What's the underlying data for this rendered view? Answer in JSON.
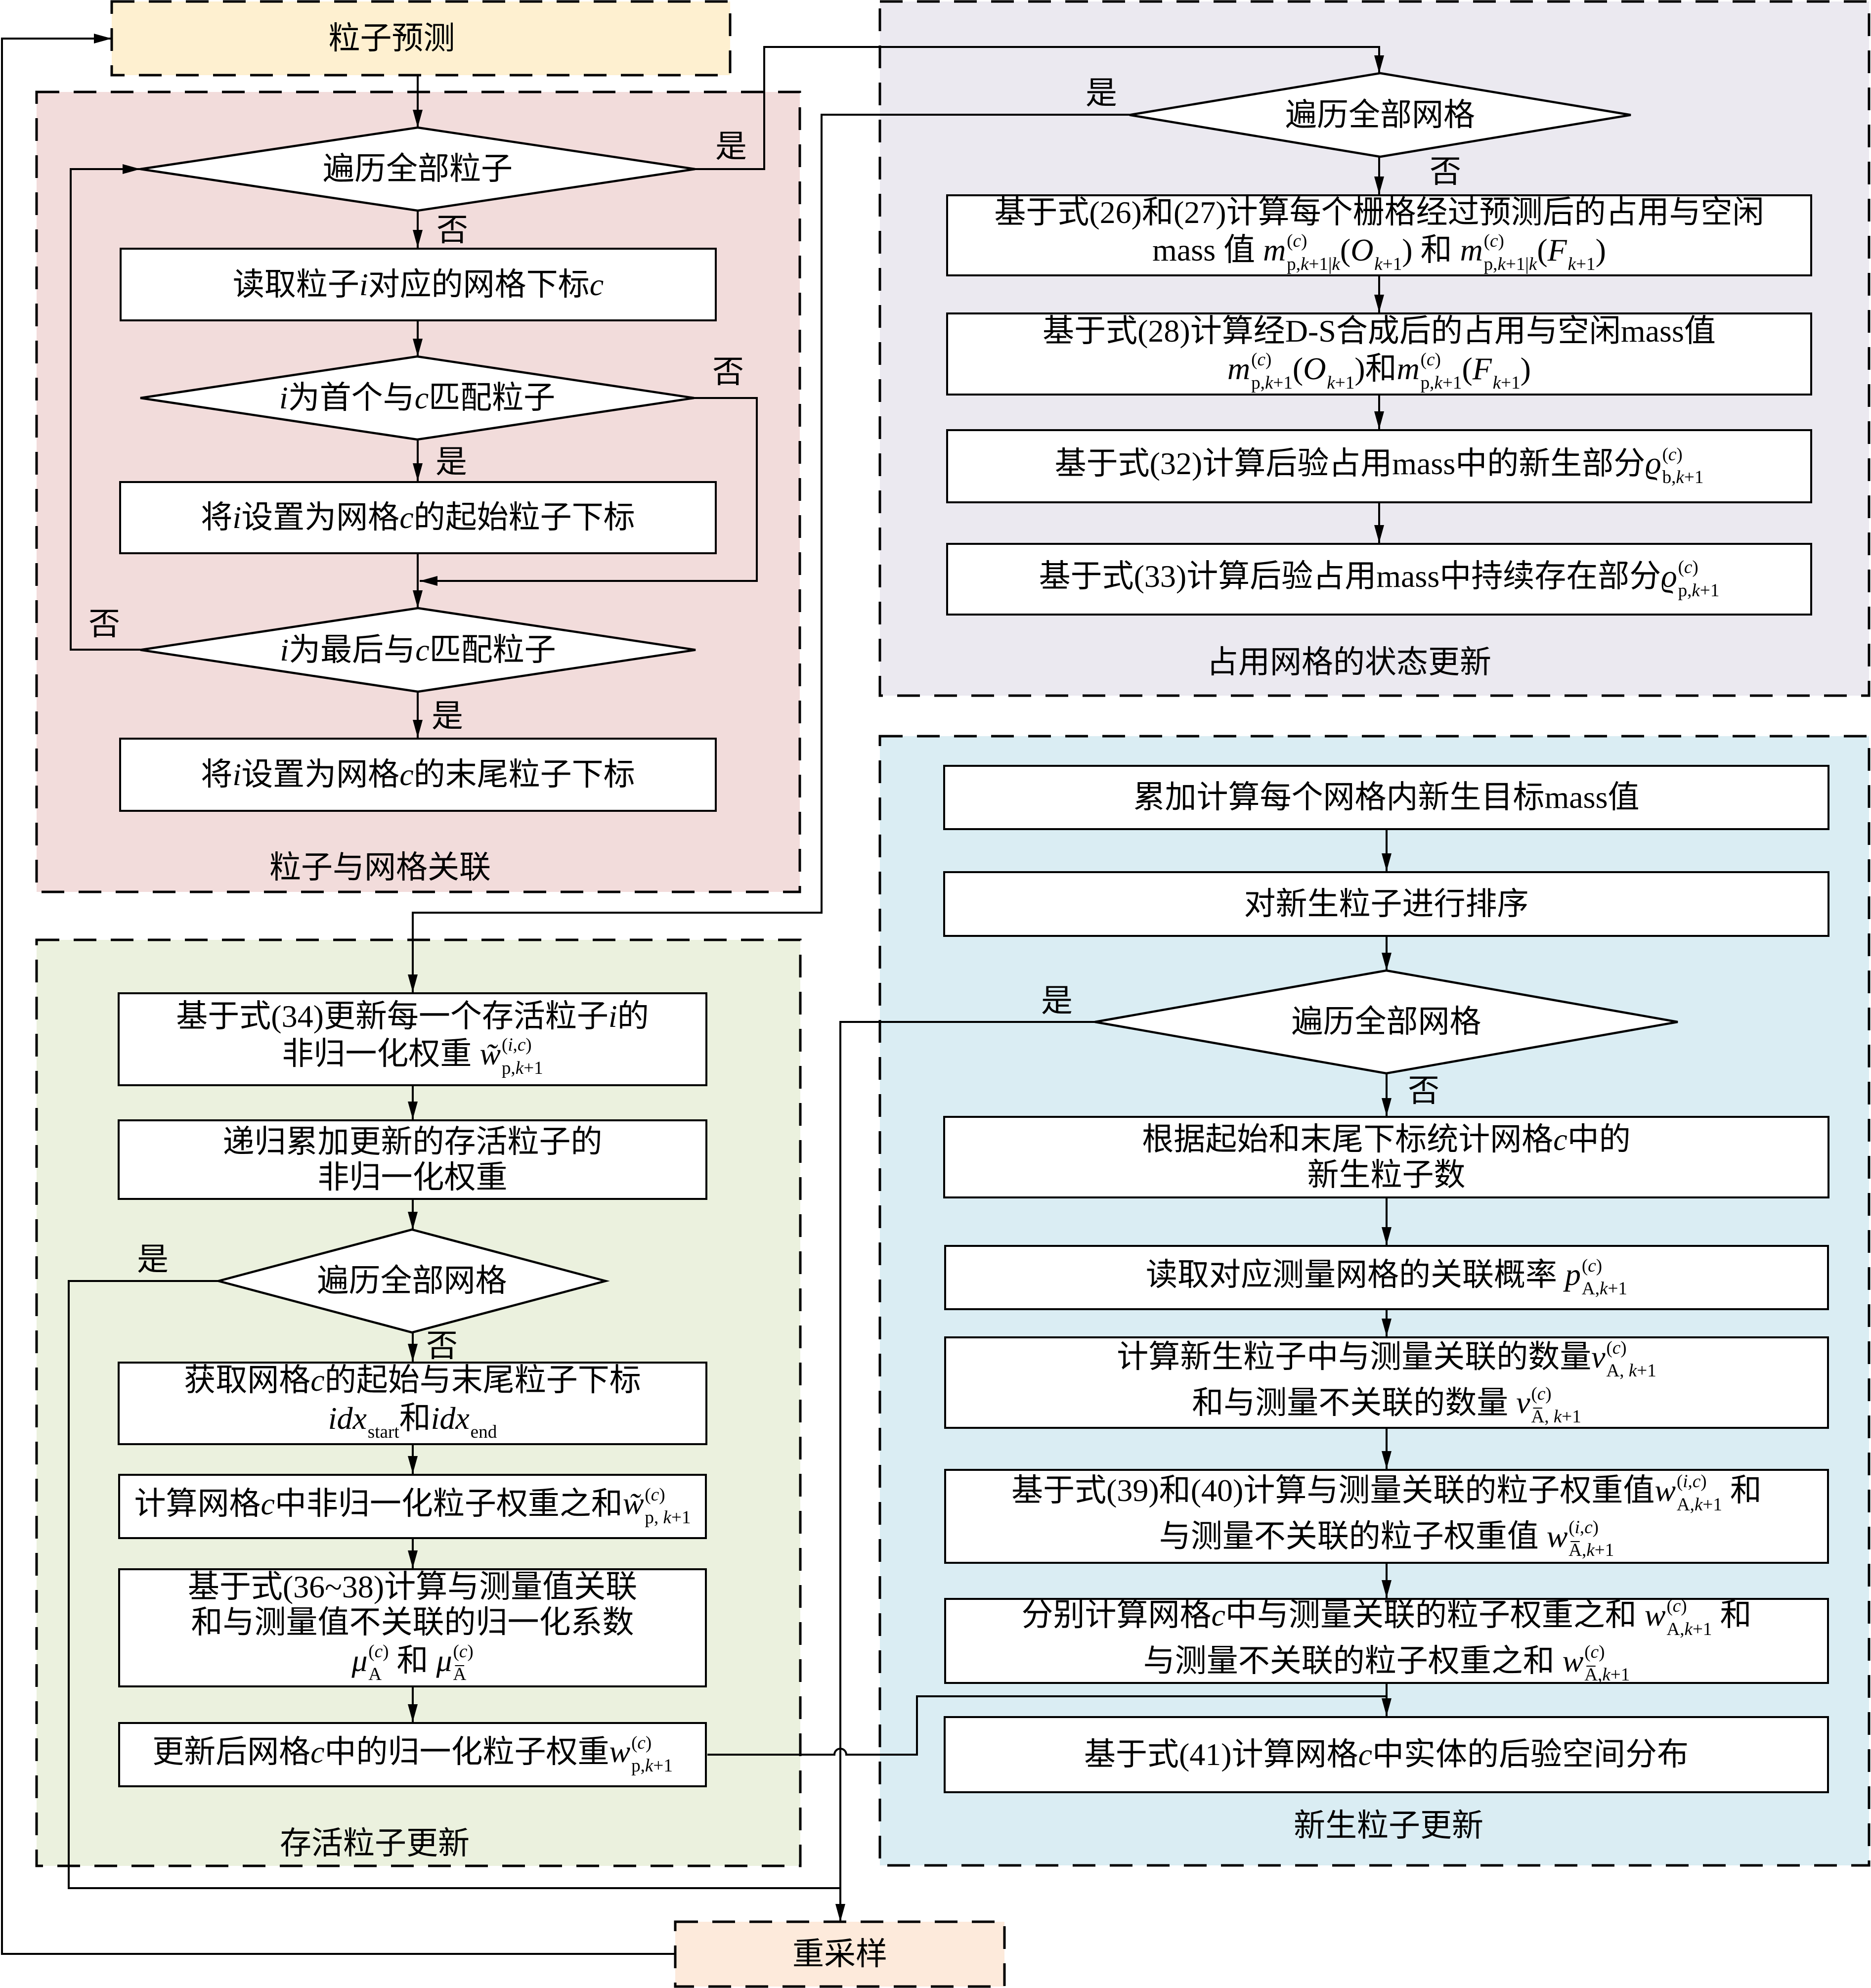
{
  "colors": {
    "prediction_fill": "#FEF0D0",
    "association_fill": "#F2DCDB",
    "occupancy_fill": "#EBE9F0",
    "survival_fill": "#EBF1DE",
    "newborn_fill": "#DAEDF3",
    "resample_fill": "#FDEADB"
  },
  "diagram": {
    "branch_labels": {
      "yes": "是",
      "no": "否"
    },
    "prediction": {
      "lines": [
        [
          "粒子预测"
        ]
      ]
    },
    "resample": {
      "lines": [
        [
          "重采样"
        ]
      ]
    },
    "association": {
      "title": "粒子与网格关联",
      "traverse_particles": {
        "lines": [
          [
            "遍历全部粒子"
          ]
        ]
      },
      "read_index": {
        "lines": [
          [
            "读取粒子",
            {
              "it": "i"
            },
            "对应的网格下标",
            {
              "it": "c"
            }
          ]
        ]
      },
      "is_first": {
        "lines": [
          [
            {
              "it": "i"
            },
            "为首个与",
            {
              "it": "c"
            },
            "匹配粒子"
          ]
        ]
      },
      "set_start": {
        "lines": [
          [
            "将",
            {
              "it": "i"
            },
            "设置为网格",
            {
              "it": "c"
            },
            "的起始粒子下标"
          ]
        ]
      },
      "is_last": {
        "lines": [
          [
            {
              "it": "i"
            },
            "为最后与",
            {
              "it": "c"
            },
            "匹配粒子"
          ]
        ]
      },
      "set_end": {
        "lines": [
          [
            "将",
            {
              "it": "i"
            },
            "设置为网格",
            {
              "it": "c"
            },
            "的末尾粒子下标"
          ]
        ]
      }
    },
    "occupancy": {
      "title": "占用网格的状态更新",
      "traverse_grids": {
        "lines": [
          [
            "遍历全部网格"
          ]
        ]
      },
      "predicted_mass": {
        "lines": [
          [
            "基于式(26)和(27)计算每个栅格经过预测后的占用与空闲"
          ],
          [
            "mass 值 ",
            {
              "b": "m",
              "sup": "(c)",
              "sub": "p,k+1|k"
            },
            "(",
            {
              "b": "O",
              "sub": "k+1"
            },
            ") 和 ",
            {
              "b": "m",
              "sup": "(c)",
              "sub": "p,k+1|k"
            },
            "(",
            {
              "b": "F",
              "sub": "k+1"
            },
            ")"
          ]
        ]
      },
      "ds_combined_mass": {
        "lines": [
          [
            "基于式(28)计算经D-S合成后的占用与空闲mass值"
          ],
          [
            {
              "b": "m",
              "sup": "(c)",
              "sub": "p,k+1"
            },
            "(",
            {
              "b": "O",
              "sub": "k+1"
            },
            ")和",
            {
              "b": "m",
              "sup": "(c)",
              "sub": "p,k+1"
            },
            "(",
            {
              "b": "F",
              "sub": "k+1"
            },
            ")"
          ]
        ]
      },
      "newborn_part": {
        "lines": [
          [
            "基于式(32)计算后验占用mass中的新生部分",
            {
              "b": "ϱ",
              "sup": "(c)",
              "sub": "b,k+1"
            }
          ]
        ]
      },
      "persistent_part": {
        "lines": [
          [
            "基于式(33)计算后验占用mass中持续存在部分",
            {
              "b": "ϱ",
              "sup": "(c)",
              "sub": "p,k+1"
            }
          ]
        ]
      }
    },
    "survival": {
      "title": "存活粒子更新",
      "update_weights": {
        "lines": [
          [
            "基于式(34)更新每一个存活粒子",
            {
              "it": "i"
            },
            "的"
          ],
          [
            "非归一化权重 ",
            {
              "b": "w̃",
              "sup": "(i,c)",
              "sub": "p,k+1"
            }
          ]
        ]
      },
      "accumulate": {
        "lines": [
          [
            "递归累加更新的存活粒子的"
          ],
          [
            "非归一化权重"
          ]
        ]
      },
      "traverse_grids": {
        "lines": [
          [
            "遍历全部网格"
          ]
        ]
      },
      "get_indices": {
        "lines": [
          [
            "获取网格",
            {
              "it": "c"
            },
            "的起始与末尾粒子下标"
          ],
          [
            {
              "b": "idx",
              "sub": "start"
            },
            "和",
            {
              "b": "idx",
              "sub": "end"
            }
          ]
        ]
      },
      "sum_weights": {
        "lines": [
          [
            "计算网格",
            {
              "it": "c"
            },
            "中非归一化粒子权重之和",
            {
              "b": "w̃",
              "sup": "(c)",
              "sub": "p, k+1"
            }
          ]
        ]
      },
      "normalization": {
        "lines": [
          [
            "基于式(36~38)计算与测量值关联"
          ],
          [
            "和与测量值不关联的归一化系数"
          ],
          [
            {
              "b": "μ",
              "sup": "(c)",
              "sub": "A"
            },
            " 和 ",
            {
              "b": "μ",
              "sup": "(c)",
              "sub": "A̅"
            }
          ]
        ]
      },
      "normalized_weights": {
        "lines": [
          [
            "更新后网格",
            {
              "it": "c"
            },
            "中的归一化粒子权重",
            {
              "b": "w",
              "sup": "(c)",
              "sub": "p,k+1"
            }
          ]
        ]
      }
    },
    "newborn": {
      "title": "新生粒子更新",
      "accumulate_mass": {
        "lines": [
          [
            "累加计算每个网格内新生目标mass值"
          ]
        ]
      },
      "sort": {
        "lines": [
          [
            "对新生粒子进行排序"
          ]
        ]
      },
      "traverse_grids": {
        "lines": [
          [
            "遍历全部网格"
          ]
        ]
      },
      "count": {
        "lines": [
          [
            "根据起始和末尾下标统计网格",
            {
              "it": "c"
            },
            "中的"
          ],
          [
            "新生粒子数"
          ]
        ]
      },
      "assoc_prob": {
        "lines": [
          [
            "读取对应测量网格的关联概率 ",
            {
              "b": "p",
              "sup": "(c)",
              "sub": "A,k+1"
            }
          ]
        ]
      },
      "assoc_count": {
        "lines": [
          [
            "计算新生粒子中与测量关联的数量",
            {
              "b": "v",
              "sup": "(c)",
              "sub": "A, k+1"
            }
          ],
          [
            "和与测量不关联的数量 ",
            {
              "b": "v",
              "sup": "(c)",
              "sub": "A̅, k+1"
            }
          ]
        ]
      },
      "particle_weights": {
        "lines": [
          [
            "基于式(39)和(40)计算与测量关联的粒子权重值",
            {
              "b": "w",
              "sup": "(i,c)",
              "sub": "A,k+1"
            },
            " 和"
          ],
          [
            "与测量不关联的粒子权重值 ",
            {
              "b": "w",
              "sup": "(i,c)",
              "sub": "A̅,k+1"
            }
          ]
        ]
      },
      "weight_sums": {
        "lines": [
          [
            "分别计算网格",
            {
              "it": "c"
            },
            "中与测量关联的粒子权重之和 ",
            {
              "b": "w",
              "sup": "(c)",
              "sub": "A,k+1"
            },
            " 和"
          ],
          [
            "与测量不关联的粒子权重之和 ",
            {
              "b": "w",
              "sup": "(c)",
              "sub": "A̅,k+1"
            }
          ]
        ]
      },
      "posterior": {
        "lines": [
          [
            "基于式(41)计算网格",
            {
              "it": "c"
            },
            "中实体的后验空间分布"
          ]
        ]
      }
    }
  }
}
